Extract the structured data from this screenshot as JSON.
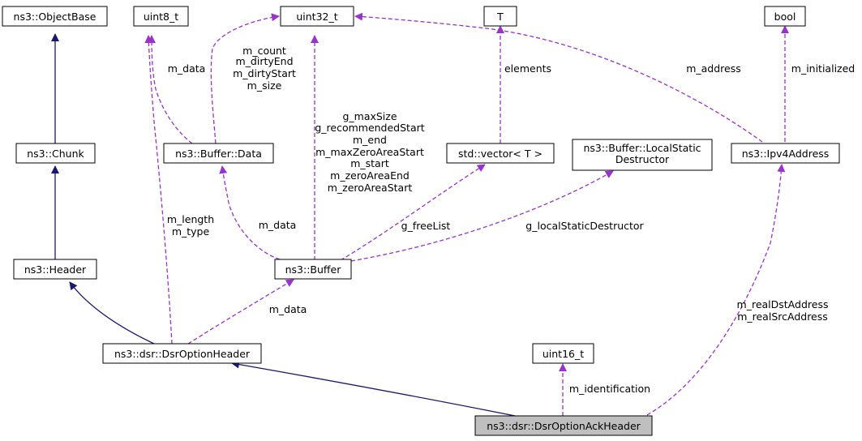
{
  "colors": {
    "inheritance_edge": "#191970",
    "usage_edge": "#9a32cd",
    "node_fill": "#ffffff",
    "highlight_fill": "#bfbfbf"
  },
  "nodes": {
    "object_base": "ns3::ObjectBase",
    "chunk": "ns3::Chunk",
    "header": "ns3::Header",
    "dsr_option_header": "ns3::dsr::DsrOptionHeader",
    "dsr_option_ack_header": "ns3::dsr::DsrOptionAckHeader",
    "uint8_t": "uint8_t",
    "uint32_t": "uint32_t",
    "uint16_t": "uint16_t",
    "t": "T",
    "bool": "bool",
    "buffer_data": "ns3::Buffer::Data",
    "buffer": "ns3::Buffer",
    "std_vector": "std::vector< T >",
    "local_static_destructor": [
      "ns3::Buffer::LocalStatic",
      "Destructor"
    ],
    "ipv4_address": "ns3::Ipv4Address"
  },
  "edge_labels": {
    "data_to_uint8": "m_data",
    "data_to_uint32": [
      "m_count",
      "m_dirtyEnd",
      "m_dirtyStart",
      "m_size"
    ],
    "buffer_to_uint32": [
      "g_maxSize",
      "g_recommendedStart",
      "m_end",
      "m_maxZeroAreaStart",
      "m_start",
      "m_zeroAreaEnd",
      "m_zeroAreaStart"
    ],
    "buffer_to_data": "m_data",
    "vector_to_t": "elements",
    "ipv4_to_uint32": "m_address",
    "ipv4_to_bool": "m_initialized",
    "buffer_to_vector": "g_freeList",
    "buffer_to_destructor": "g_localStaticDestructor",
    "dsr_to_uint8": [
      "m_length",
      "m_type"
    ],
    "dsr_to_buffer": "m_data",
    "ack_to_uint16": "m_identification",
    "ack_to_ipv4": [
      "m_realDstAddress",
      "m_realSrcAddress"
    ]
  }
}
